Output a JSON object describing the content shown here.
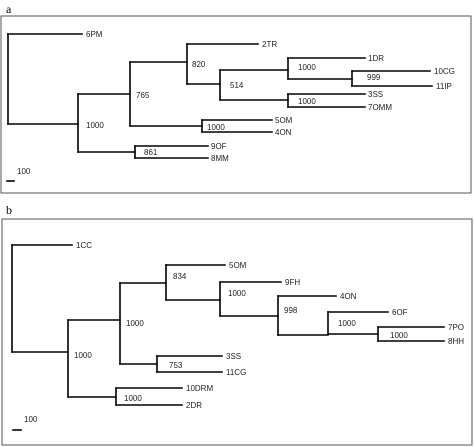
{
  "panels": [
    {
      "label": "a",
      "scale_label": "100",
      "leaves": [
        "6PM",
        "2TR",
        "1DR",
        "10CG",
        "11IP",
        "3SS",
        "7OMM",
        "5OM",
        "4ON",
        "9OF",
        "8MM"
      ],
      "bootstrap": [
        "820",
        "765",
        "514",
        "1000",
        "999",
        "1000",
        "1000",
        "1000",
        "861"
      ]
    },
    {
      "label": "b",
      "scale_label": "100",
      "leaves": [
        "1CC",
        "5OM",
        "9FH",
        "4ON",
        "6OF",
        "7PO",
        "8HH",
        "3SS",
        "11CG",
        "10DRM",
        "2DR"
      ],
      "bootstrap": [
        "834",
        "1000",
        "998",
        "1000",
        "1000",
        "1000",
        "1000",
        "753",
        "1000"
      ]
    }
  ]
}
